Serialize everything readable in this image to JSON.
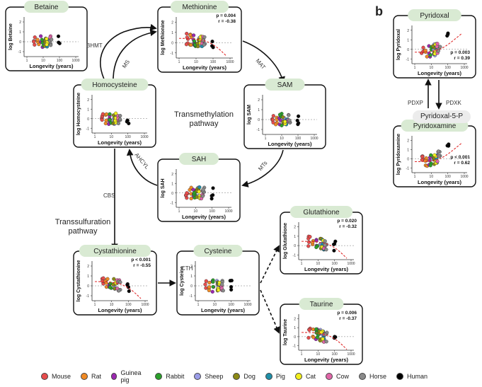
{
  "panel_letter": "b",
  "center_label": "Transmethylation\npathway",
  "transsulfuration_label": "Transsulfuration\npathway",
  "enzymes": {
    "bhmt": "BHMT",
    "ms": "MS",
    "mat": "MAT",
    "mts": "MTs",
    "ahcyl": "AHCYL",
    "cbs": "CBS",
    "cth": "CTH",
    "pdxp": "PDXP",
    "pdxk": "PDXK"
  },
  "pyridoxal5p_label": "Pyridoxal-5-P",
  "legend": [
    {
      "name": "Mouse",
      "color": "#e74c4c"
    },
    {
      "name": "Rat",
      "color": "#f08a24"
    },
    {
      "name": "Guinea pig",
      "color": "#9b27b0"
    },
    {
      "name": "Rabbit",
      "color": "#2aa02a"
    },
    {
      "name": "Sheep",
      "color": "#9b9de8"
    },
    {
      "name": "Dog",
      "color": "#8c8a14"
    },
    {
      "name": "Pig",
      "color": "#1f8fa8"
    },
    {
      "name": "Cat",
      "color": "#f2ee1c"
    },
    {
      "name": "Cow",
      "color": "#e066a8"
    },
    {
      "name": "Horse",
      "color": "#8a8a8a"
    },
    {
      "name": "Human",
      "color": "#000000"
    }
  ],
  "xlabel": "Longevity (years)",
  "xticks": [
    "1",
    "10",
    "100",
    "1000"
  ],
  "plots": [
    {
      "id": "betaine",
      "title": "Betaine",
      "ylabel": "log Betaine",
      "yticks": [
        "-1",
        "0",
        "1",
        "2"
      ],
      "stats": null,
      "trend": "none"
    },
    {
      "id": "methionine",
      "title": "Methionine",
      "ylabel": "log Methionine",
      "yticks": [
        "-1",
        "0",
        "1",
        "2"
      ],
      "stats": {
        "p": "p = 0.004",
        "r": "r = -0.38"
      },
      "trend": "down"
    },
    {
      "id": "homocysteine",
      "title": "Homocysteine",
      "ylabel": "log Homocysteine",
      "yticks": [
        "-1",
        "0",
        "1",
        "2"
      ],
      "stats": null,
      "trend": "none"
    },
    {
      "id": "sam",
      "title": "SAM",
      "ylabel": "log SAM",
      "yticks": [
        "-1",
        "0",
        "1",
        "2"
      ],
      "stats": null,
      "trend": "none"
    },
    {
      "id": "sah",
      "title": "SAH",
      "ylabel": "log SAH",
      "yticks": [
        "-1",
        "0",
        "1",
        "2"
      ],
      "stats": null,
      "trend": "none"
    },
    {
      "id": "cystathionine",
      "title": "Cystathionine",
      "ylabel": "log Cystathionine",
      "yticks": [
        "-1",
        "0",
        "1",
        "2"
      ],
      "stats": {
        "p": "p < 0.001",
        "r": "r = -0.55"
      },
      "trend": "down"
    },
    {
      "id": "cysteine",
      "title": "Cysteine",
      "ylabel": "log Cysteine",
      "yticks": [
        "-1",
        "0",
        "1",
        "2"
      ],
      "stats": null,
      "trend": "none"
    },
    {
      "id": "glutathione",
      "title": "Glutathione",
      "ylabel": "log Glutathione",
      "yticks": [
        "-1",
        "0",
        "1",
        "2"
      ],
      "stats": {
        "p": "p = 0.020",
        "r": "r = -0.32"
      },
      "trend": "down"
    },
    {
      "id": "taurine",
      "title": "Taurine",
      "ylabel": "log Taurine",
      "yticks": [
        "-1",
        "0",
        "1",
        "2"
      ],
      "stats": {
        "p": "p = 0.006",
        "r": "r = -0.37"
      },
      "trend": "down"
    },
    {
      "id": "pyridoxal",
      "title": "Pyridoxal",
      "ylabel": "log Pyridoxal",
      "yticks": [
        "-1",
        "0",
        "1",
        "2"
      ],
      "stats": {
        "p": "p = 0.003",
        "r": "r = 0.39"
      },
      "trend": "up"
    },
    {
      "id": "pyridoxamine",
      "title": "Pyridoxamine",
      "ylabel": "log Pyridoxamine",
      "yticks": [
        "-1",
        "0",
        "1",
        "2"
      ],
      "stats": {
        "p": "p < 0.001",
        "r": "r = 0.62"
      },
      "trend": "up"
    }
  ]
}
